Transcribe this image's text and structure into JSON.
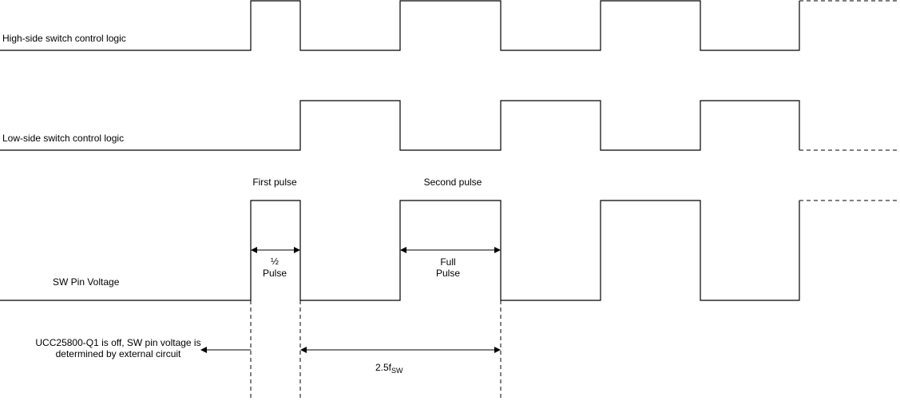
{
  "signals": {
    "high_side_label": "High-side switch control logic",
    "low_side_label": "Low-side switch control logic",
    "sw_pin_label": "SW Pin Voltage"
  },
  "annotations": {
    "first_pulse": "First pulse",
    "second_pulse": "Second pulse",
    "half_pulse_line1": "½",
    "half_pulse_line2": "Pulse",
    "full_pulse_line1": "Full",
    "full_pulse_line2": "Pulse",
    "off_note_line1": "UCC25800-Q1 is off, SW pin voltage is",
    "off_note_line2": "determined by external circuit",
    "period_main": "2.5f",
    "period_sub": "SW"
  }
}
